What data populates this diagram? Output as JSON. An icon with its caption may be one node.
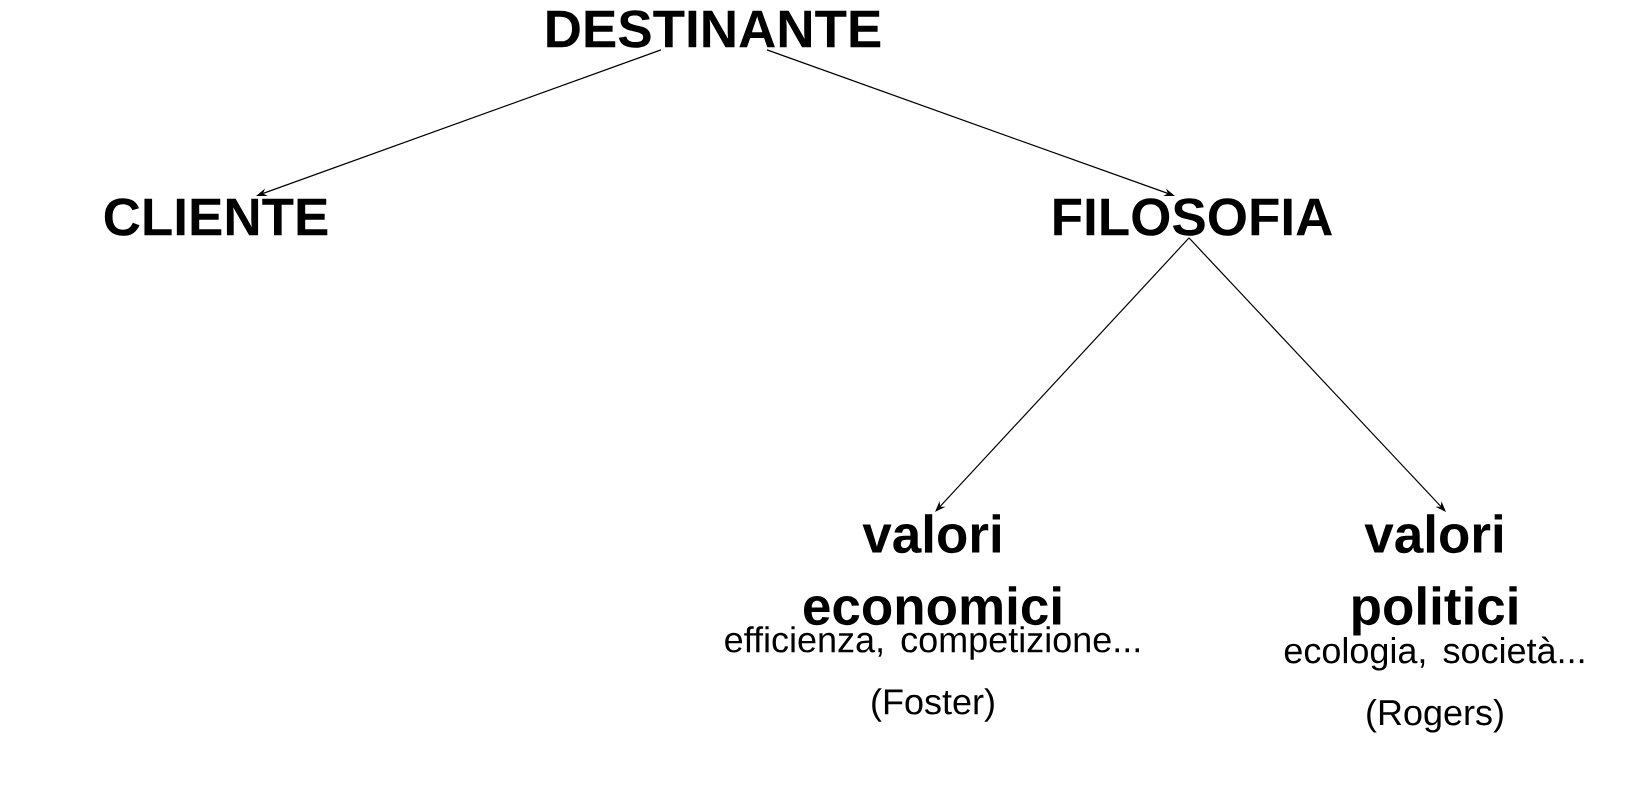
{
  "diagram": {
    "nodes": [
      {
        "text": [
          "DESTINANTE"
        ]
      },
      {
        "text": [
          "CLIENTE"
        ]
      },
      {
        "text": [
          "FILOSOFIA"
        ]
      },
      {
        "text": [
          "valori economici",
          "efficienza, competizione...",
          "(Foster)"
        ]
      },
      {
        "text": [
          "valori politici",
          "ecologia, società...",
          "(Rogers)"
        ]
      }
    ],
    "edges": [
      {
        "from": 0,
        "to": 1,
        "arrow": "to"
      },
      {
        "from": 0,
        "to": 2,
        "arrow": "to"
      },
      {
        "from": 2,
        "to": 3,
        "arrow": "to"
      },
      {
        "from": 2,
        "to": 4,
        "arrow": "to"
      }
    ]
  }
}
